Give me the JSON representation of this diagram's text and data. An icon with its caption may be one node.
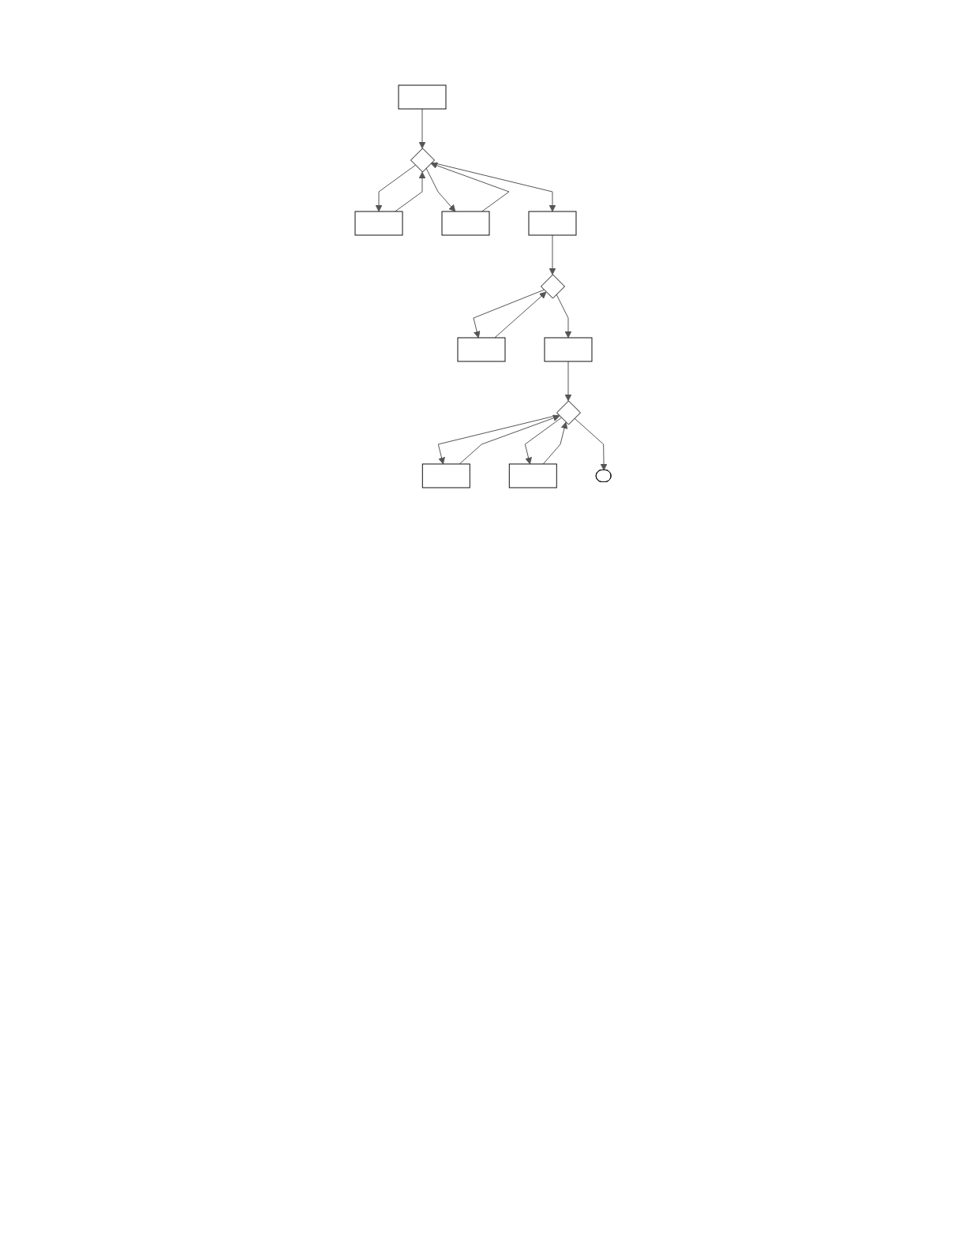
{
  "diagram": {
    "nodes": [
      {
        "text": [],
        "shape": "box"
      },
      {
        "text": [],
        "shape": "box"
      },
      {
        "text": [],
        "shape": "box"
      },
      {
        "text": [],
        "shape": "diamond"
      },
      {
        "text": [],
        "shape": "box"
      },
      {
        "text": [],
        "shape": "box"
      },
      {
        "text": [],
        "shape": "diamond"
      },
      {
        "text": [],
        "shape": "box"
      },
      {
        "text": [],
        "shape": "box"
      },
      {
        "text": [],
        "shape": "box"
      },
      {
        "text": [],
        "shape": "diamond"
      },
      {
        "text": [],
        "shape": "oval"
      }
    ],
    "edges": [
      {
        "from": 0,
        "to": 3,
        "arrow": "to"
      },
      {
        "from": 1,
        "to": 3,
        "arrow": "to"
      },
      {
        "from": 2,
        "to": 3,
        "arrow": "to"
      },
      {
        "from": 3,
        "to": 1,
        "arrow": "to"
      },
      {
        "from": 3,
        "to": 2,
        "arrow": "to"
      },
      {
        "from": 3,
        "to": 4,
        "arrow": "to"
      },
      {
        "from": 4,
        "to": 6,
        "arrow": "to"
      },
      {
        "from": 5,
        "to": 6,
        "arrow": "to"
      },
      {
        "from": 6,
        "to": 5,
        "arrow": "to"
      },
      {
        "from": 6,
        "to": 7,
        "arrow": "to"
      },
      {
        "from": 7,
        "to": 10,
        "arrow": "to"
      },
      {
        "from": 8,
        "to": 10,
        "arrow": "to"
      },
      {
        "from": 9,
        "to": 10,
        "arrow": "to"
      },
      {
        "from": 10,
        "to": 8,
        "arrow": "to"
      },
      {
        "from": 10,
        "to": 9,
        "arrow": "to"
      },
      {
        "from": 10,
        "to": 11,
        "arrow": "to"
      }
    ]
  }
}
